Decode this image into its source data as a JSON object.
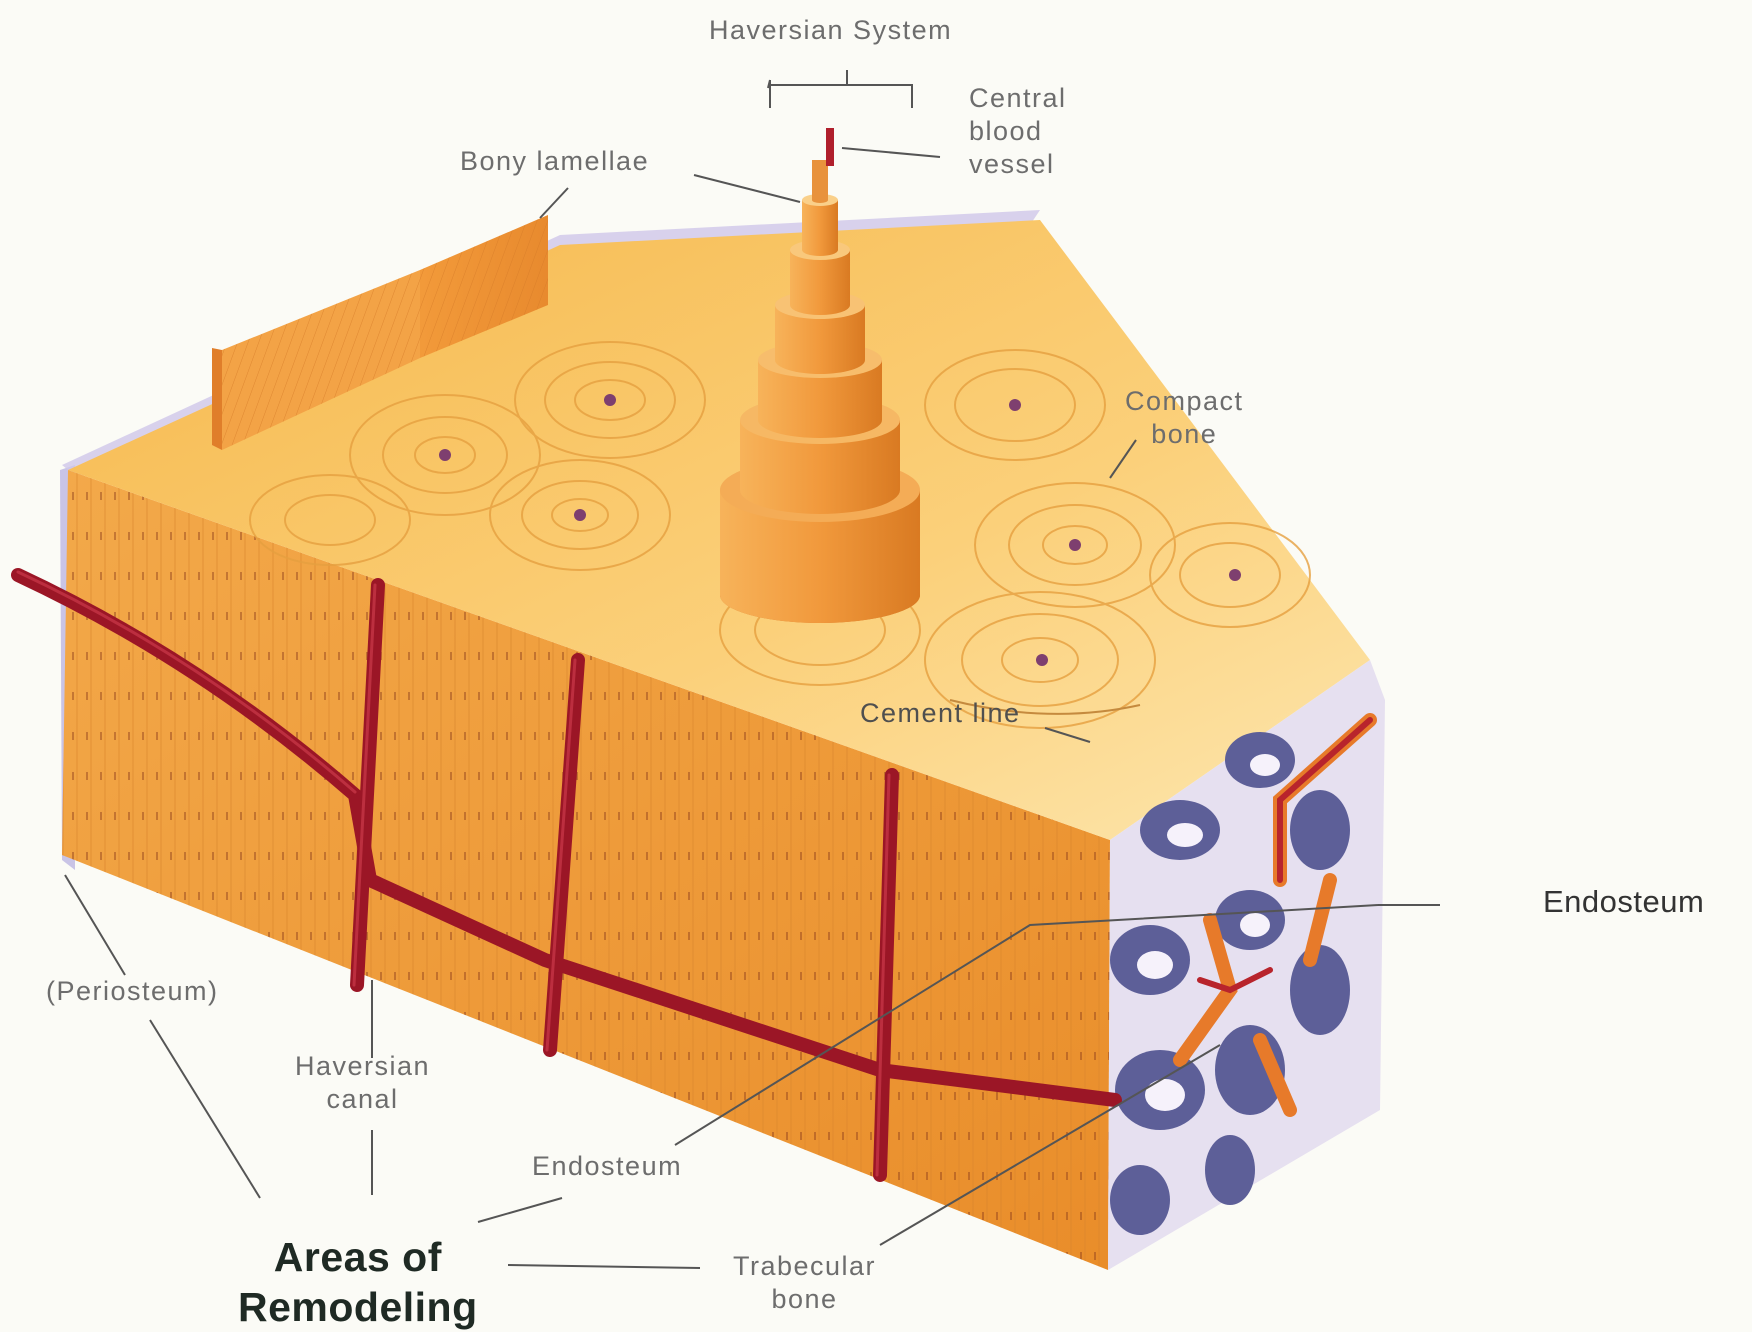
{
  "labels": {
    "haversian_system": "Haversian System",
    "central_blood_vessel": [
      "Central",
      "blood",
      "vessel"
    ],
    "bony_lamellae": "Bony lamellae",
    "compact_bone": [
      "Compact",
      "bone"
    ],
    "cement_line": "Cement line",
    "endosteum_right": "Endosteum",
    "periosteum": "(Periosteum)",
    "haversian_canal": [
      "Haversian",
      "canal"
    ],
    "endosteum_bottom": "Endosteum",
    "trabecular_bone": [
      "Trabecular",
      "bone"
    ],
    "areas_of_remodeling": [
      "Areas of",
      "Remodeling"
    ]
  },
  "colors": {
    "background": "#fbfbf6",
    "bone_orange": "#f0a43a",
    "bone_top": "#f8c45a",
    "vessel_red": "#9b1626",
    "trabecular_purple": "#5d5f98",
    "periosteum_lavender": "#c9c4e6"
  }
}
